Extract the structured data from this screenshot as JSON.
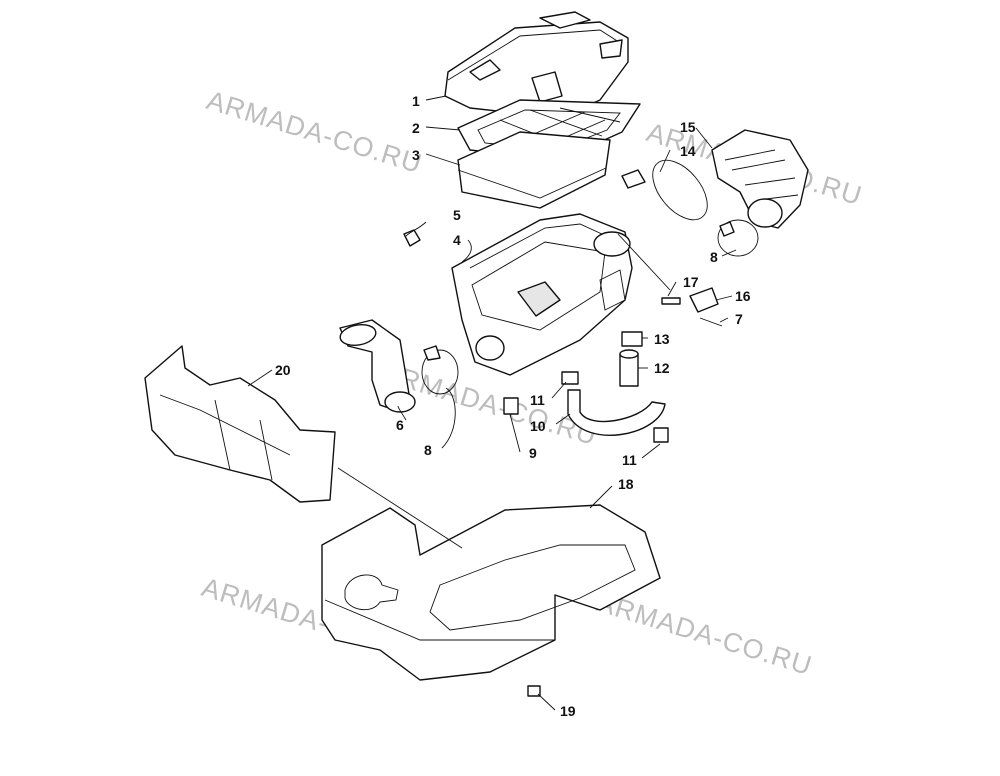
{
  "watermark": "ARMADA-CO.RU",
  "callouts": {
    "c1": "1",
    "c2": "2",
    "c3": "3",
    "c4": "4",
    "c5": "5",
    "c6": "6",
    "c7": "7",
    "c8a": "8",
    "c8b": "8",
    "c9": "9",
    "c10": "10",
    "c11a": "11",
    "c11b": "11",
    "c12": "12",
    "c13": "13",
    "c14": "14",
    "c15": "15",
    "c16": "16",
    "c17": "17",
    "c18": "18",
    "c19": "19",
    "c20": "20"
  }
}
